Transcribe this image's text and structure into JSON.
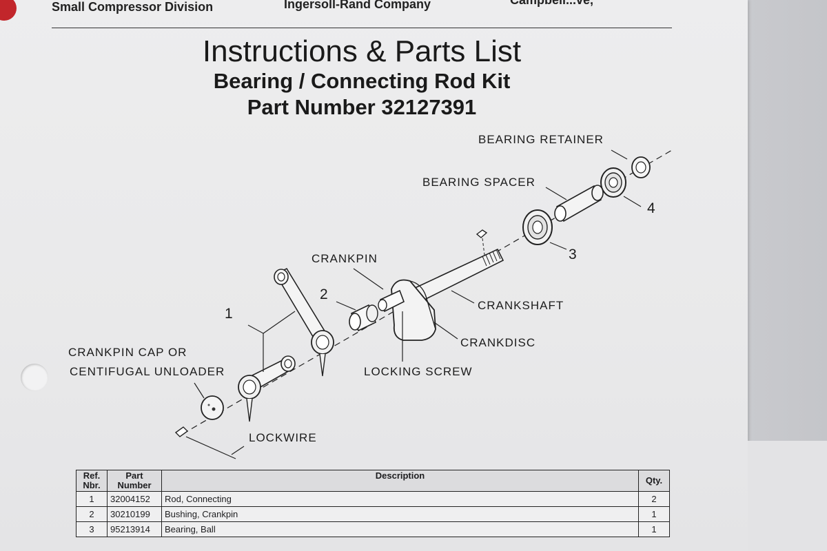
{
  "header": {
    "division": "Small Compressor Division",
    "company": "Ingersoll-Rand Company",
    "right_partial": "Campbell...ve,"
  },
  "titles": {
    "main": "Instructions & Parts List",
    "kit": "Bearing / Connecting Rod Kit",
    "part_number": "Part Number 32127391"
  },
  "diagram_labels": {
    "bearing_retainer": "BEARING RETAINER",
    "bearing_spacer": "BEARING SPACER",
    "crankpin": "CRANKPIN",
    "crankshaft": "CRANKSHAFT",
    "crankdisc": "CRANKDISC",
    "locking_screw": "LOCKING SCREW",
    "crankpin_cap_line1": "CRANKPIN CAP OR",
    "crankpin_cap_line2": "CENTIFUGAL UNLOADER",
    "lockwire": "LOCKWIRE",
    "ref1": "1",
    "ref2": "2",
    "ref3": "3",
    "ref4": "4"
  },
  "table": {
    "headers": {
      "ref_line1": "Ref.",
      "ref_line2": "Nbr.",
      "part_line1": "Part",
      "part_line2": "Number",
      "description": "Description",
      "qty": "Qty."
    },
    "rows": [
      {
        "ref": "1",
        "part": "32004152",
        "desc": "Rod, Connecting",
        "qty": "2"
      },
      {
        "ref": "2",
        "part": "30210199",
        "desc": "Bushing, Crankpin",
        "qty": "1"
      },
      {
        "ref": "3",
        "part": "95213914",
        "desc": "Bearing, Ball",
        "qty": "1"
      }
    ]
  },
  "colors": {
    "paper": "#ececed",
    "ink": "#1d1d1f",
    "logo": "#c2262b"
  }
}
